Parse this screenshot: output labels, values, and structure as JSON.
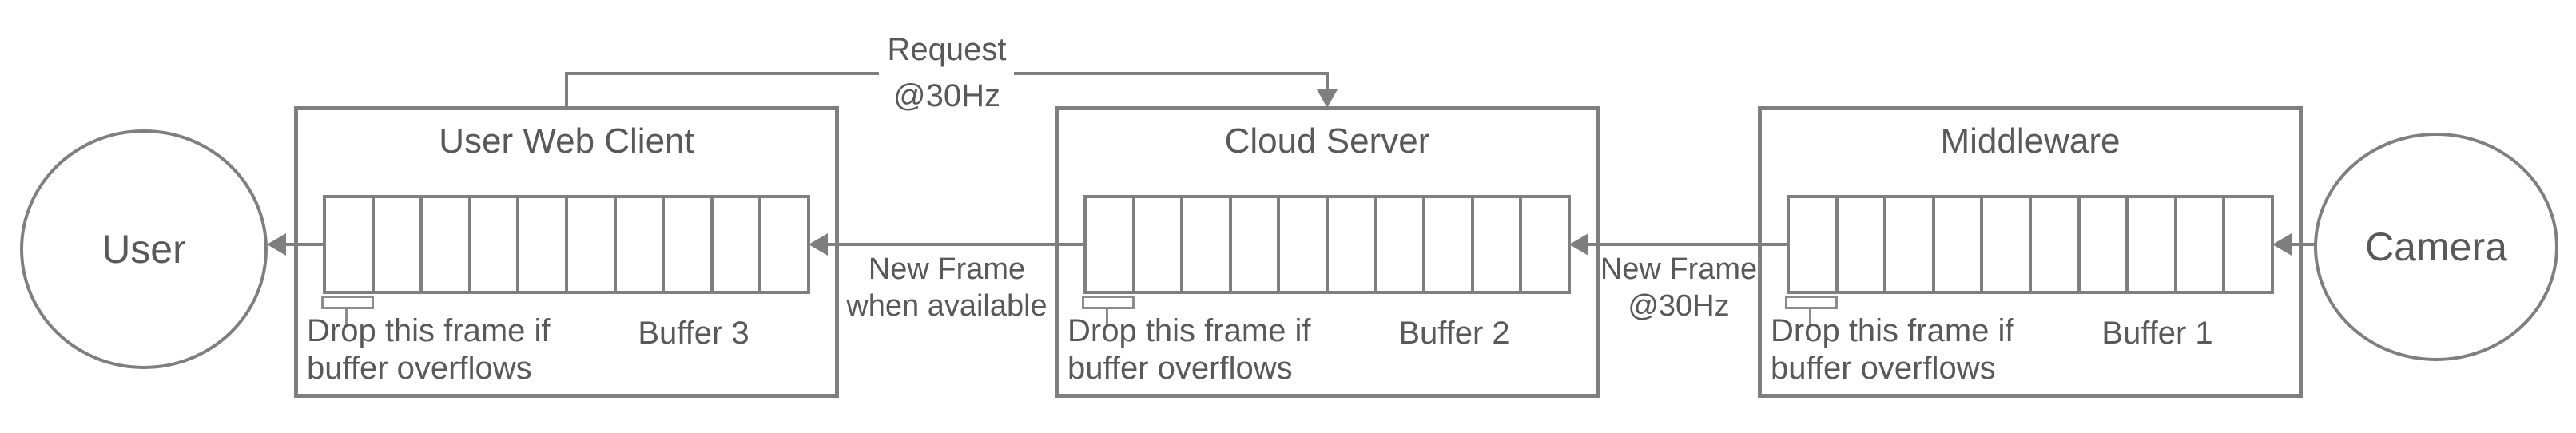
{
  "background": "#ffffff",
  "colors": {
    "stroke": "#7f7f7f",
    "text": "#595959"
  },
  "entities": {
    "user": {
      "label": "User"
    },
    "camera": {
      "label": "Camera"
    }
  },
  "boxes": [
    {
      "title": "User Web Client",
      "buffer_label": "Buffer 3",
      "buffer_cells": 10,
      "drop_note_line1": "Drop this frame if",
      "drop_note_line2": "buffer overflows"
    },
    {
      "title": "Cloud Server",
      "buffer_label": "Buffer 2",
      "buffer_cells": 10,
      "drop_note_line1": "Drop this frame if",
      "drop_note_line2": "buffer overflows"
    },
    {
      "title": "Middleware",
      "buffer_label": "Buffer 1",
      "buffer_cells": 10,
      "drop_note_line1": "Drop this frame if",
      "drop_note_line2": "buffer overflows"
    }
  ],
  "edges": {
    "request": {
      "line1": "Request",
      "line2": "@30Hz"
    },
    "cloud_to_client": {
      "line1": "New Frame",
      "line2": "when available"
    },
    "middleware_to_cloud": {
      "line1": "New Frame",
      "line2": "@30Hz"
    }
  }
}
